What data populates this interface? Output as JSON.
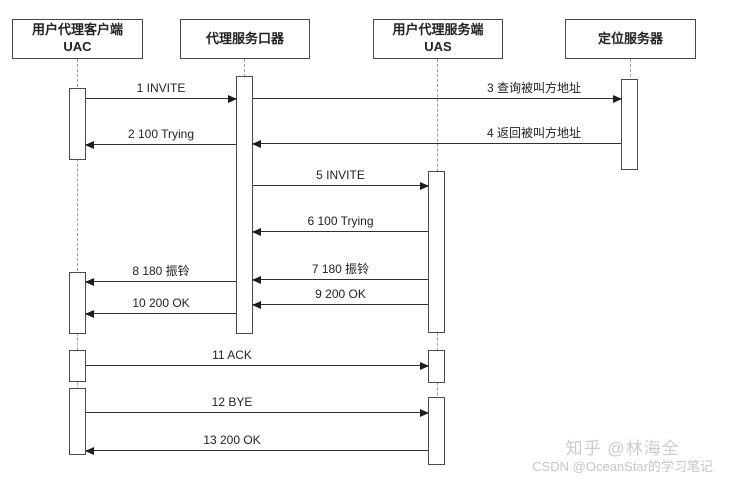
{
  "diagram": {
    "type": "sequence-diagram",
    "actors": [
      {
        "id": "uac",
        "line1": "用户代理客户端",
        "line2": "UAC"
      },
      {
        "id": "proxy",
        "line1": "代理服务口器",
        "line2": ""
      },
      {
        "id": "uas",
        "line1": "用户代理服务端",
        "line2": "UAS"
      },
      {
        "id": "locator",
        "line1": "定位服务器",
        "line2": ""
      }
    ],
    "messages": [
      {
        "seq": 1,
        "label": "1 INVITE",
        "from": "用户代理客户端 UAC",
        "to": "代理服务口器"
      },
      {
        "seq": 2,
        "label": "2 100 Trying",
        "from": "代理服务口器",
        "to": "用户代理客户端 UAC"
      },
      {
        "seq": 3,
        "label": "3 查询被叫方地址",
        "from": "代理服务口器",
        "to": "定位服务器"
      },
      {
        "seq": 4,
        "label": "4 返回被叫方地址",
        "from": "定位服务器",
        "to": "代理服务口器"
      },
      {
        "seq": 5,
        "label": "5 INVITE",
        "from": "代理服务口器",
        "to": "用户代理服务端 UAS"
      },
      {
        "seq": 6,
        "label": "6 100 Trying",
        "from": "用户代理服务端 UAS",
        "to": "代理服务口器"
      },
      {
        "seq": 7,
        "label": "7 180 振铃",
        "from": "用户代理服务端 UAS",
        "to": "代理服务口器"
      },
      {
        "seq": 8,
        "label": "8 180 振铃",
        "from": "代理服务口器",
        "to": "用户代理客户端 UAC"
      },
      {
        "seq": 9,
        "label": "9 200 OK",
        "from": "用户代理服务端 UAS",
        "to": "代理服务口器"
      },
      {
        "seq": 10,
        "label": "10 200 OK",
        "from": "代理服务口器",
        "to": "用户代理客户端 UAC"
      },
      {
        "seq": 11,
        "label": "11 ACK",
        "from": "用户代理客户端 UAC",
        "to": "用户代理服务端 UAS"
      },
      {
        "seq": 12,
        "label": "12 BYE",
        "from": "用户代理客户端 UAC",
        "to": "用户代理服务端 UAS"
      },
      {
        "seq": 13,
        "label": "13 200 OK",
        "from": "用户代理服务端 UAS",
        "to": "用户代理客户端 UAC"
      }
    ],
    "colors": {
      "line": "#303030",
      "box_border": "#474747",
      "lifeline": "#9a9a9a",
      "watermark": "#cccccc"
    }
  },
  "watermark": {
    "line1": "知乎 @林海全",
    "line2": "CSDN @OceanStar的学习笔记"
  }
}
